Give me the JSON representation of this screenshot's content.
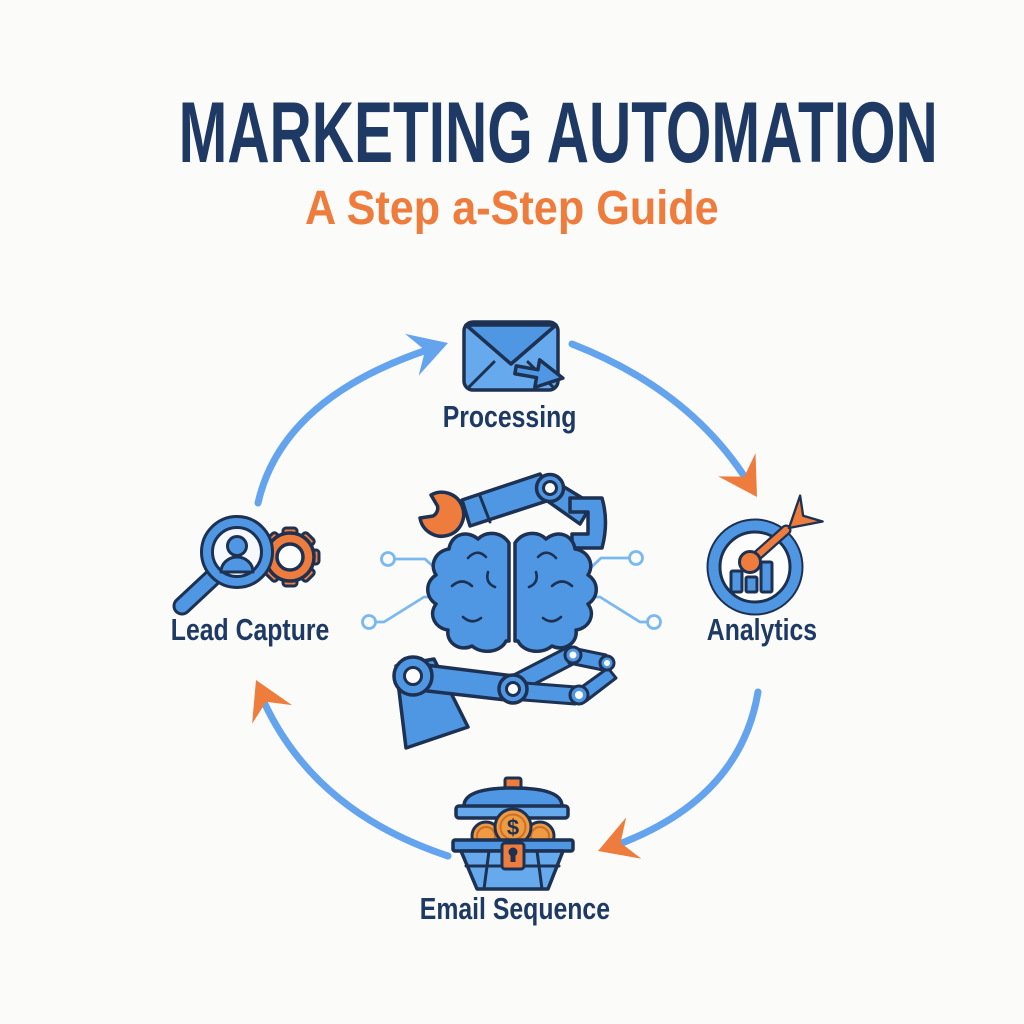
{
  "header": {
    "title": "MARKETING AUTOMATION",
    "subtitle": "A Step a-Step Guide"
  },
  "colors": {
    "bg": "#fbfbf9",
    "navy": "#1e3a64",
    "outline": "#1d3152",
    "blue": "#4f97e2",
    "blue_light": "#66a9ec",
    "orange": "#ee7c3c",
    "coin": "#f09a41",
    "arc": "#64a3ee",
    "circuit": "#7ab8f0",
    "white": "#fdfdfd"
  },
  "diagram": {
    "type": "circular-flow",
    "direction": "clockwise",
    "center_icon": "robotic-hands-holding-brain-with-circuits-and-wrench",
    "steps": [
      {
        "label": "Processing",
        "icon": "envelope-forward-icon",
        "position": "top"
      },
      {
        "label": "Analytics",
        "icon": "target-dart-bar-chart-icon",
        "position": "right"
      },
      {
        "label": "Email Sequence",
        "icon": "treasure-chest-coins-icon",
        "position": "bottom",
        "coin_symbol": "$"
      },
      {
        "label": "Lead Capture",
        "icon": "magnifier-person-gear-icon",
        "position": "left"
      }
    ]
  }
}
